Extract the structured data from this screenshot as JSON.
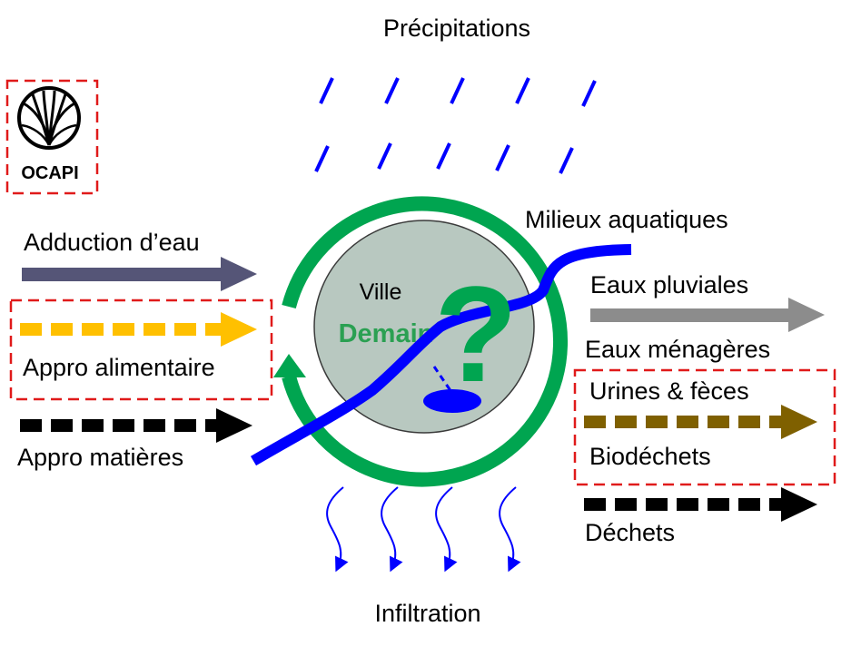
{
  "logo": {
    "text": "OCAPI"
  },
  "labels": {
    "precipitations": "Précipitations",
    "infiltration": "Infiltration",
    "milieux_aquatiques": "Milieux aquatiques"
  },
  "city": {
    "ville": "Ville",
    "demain": "Demain",
    "question_mark": "?"
  },
  "inputs": [
    {
      "label": "Adduction d’eau",
      "color": "#555577",
      "style": "solid"
    },
    {
      "label": "Appro alimentaire",
      "color": "#ffc000",
      "style": "dashed"
    },
    {
      "label": "Appro matières",
      "color": "#000000",
      "style": "dashed"
    }
  ],
  "outputs": [
    {
      "label": "Eaux pluviales",
      "color": "#8c8c8c",
      "style": "solid"
    },
    {
      "label": "Eaux ménagères",
      "color": "",
      "style": "none"
    },
    {
      "label": "Urines & fèces",
      "color": "",
      "style": "none"
    },
    {
      "label": "Biodéchets",
      "color": "#7f6000",
      "style": "dashed"
    },
    {
      "label": "Déchets",
      "color": "#000000",
      "style": "dashed"
    }
  ],
  "colors": {
    "rain": "#0000ff",
    "river": "#0000ff",
    "cycle": "#00a550",
    "city_fill": "#b8c8c0",
    "highlight_box": "#e01a1a",
    "demain": "#2aa052"
  }
}
